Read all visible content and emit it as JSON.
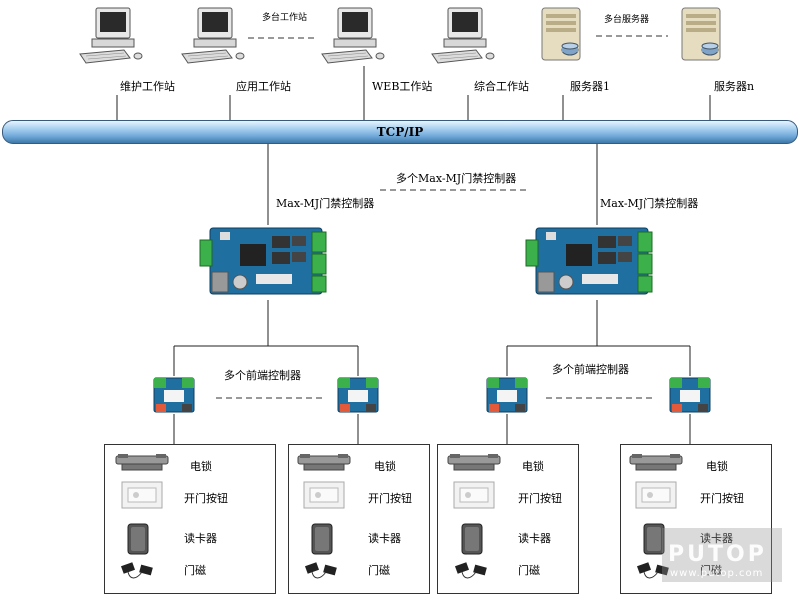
{
  "workstations": [
    {
      "label": "维护工作站"
    },
    {
      "label": "应用工作站"
    },
    {
      "label": "WEB工作站"
    },
    {
      "label": "综合工作站"
    }
  ],
  "multi_workstation_label": "多台工作站",
  "servers": [
    {
      "label": "服务器1"
    },
    {
      "label": "服务器n"
    }
  ],
  "multi_server_label": "多台服务器",
  "network_label": "TCP/IP",
  "controllers": [
    {
      "label": "Max-MJ门禁控制器"
    },
    {
      "label": "Max-MJ门禁控制器"
    }
  ],
  "multi_controller_label": "多个Max-MJ门禁控制器",
  "front_end_label_left": "多个前端控制器",
  "front_end_label_right": "多个前端控制器",
  "devices": [
    "电锁",
    "开门按钮",
    "读卡器",
    "门磁"
  ],
  "watermark": {
    "logo": "PUTOP",
    "url": "www.putop.com"
  },
  "colors": {
    "bus": "#6fa8d8",
    "board": "#1f6fa0",
    "terminal": "#3cb04a"
  }
}
